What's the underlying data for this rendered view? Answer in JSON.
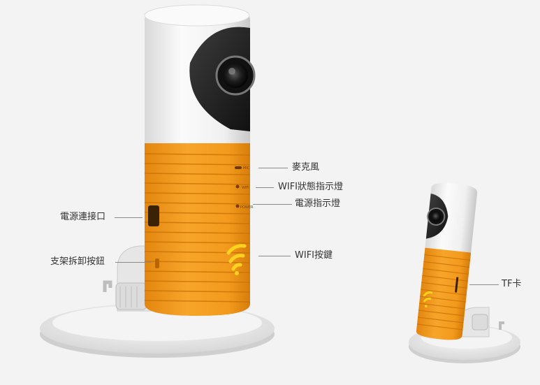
{
  "labels": {
    "mic": "麥克風",
    "wifi_status": "WIFI狀態指示燈",
    "power_indicator": "電源指示燈",
    "power_port": "電源連接口",
    "stand_release": "支架拆卸按鈕",
    "wifi_button": "WIFI按鍵",
    "tf_card": "TF卡"
  },
  "device_marks": {
    "mic": "MIC",
    "wifi": "WIFI",
    "power": "POWER"
  },
  "colors": {
    "background": "#f3f3f3",
    "body_orange": "#f39a1c",
    "body_white": "#ececec",
    "lens_dark": "#2a2a2a",
    "wifi_logo": "#ffd21f"
  }
}
